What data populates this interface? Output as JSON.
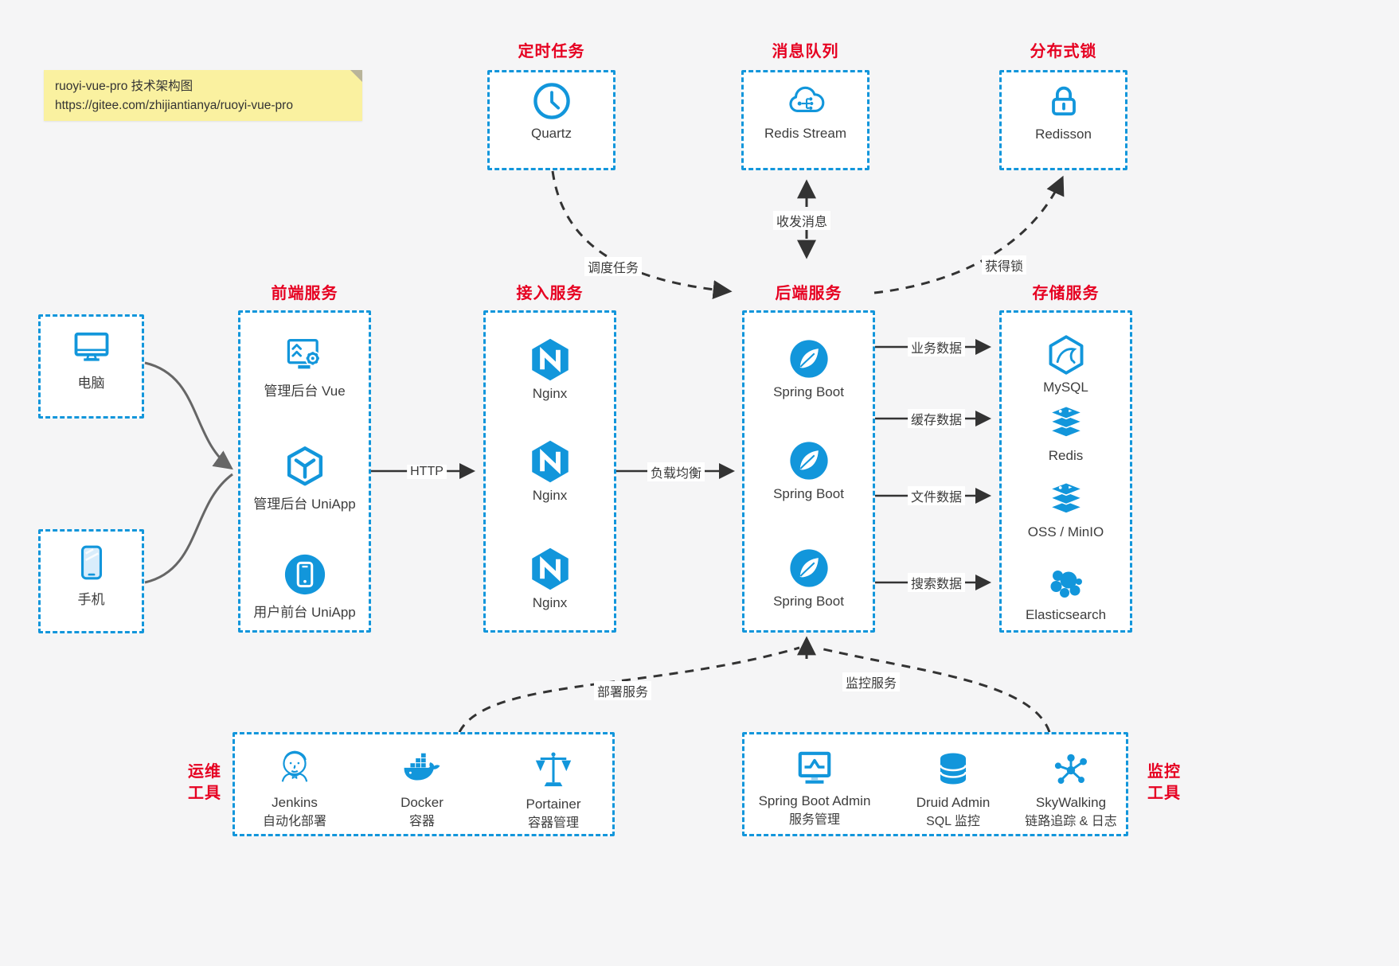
{
  "note": {
    "line1": "ruoyi-vue-pro 技术架构图",
    "line2": "https://gitee.com/zhijiantianya/ruoyi-vue-pro"
  },
  "colors": {
    "accent_blue": "#1296db",
    "title_red": "#e60021",
    "note_bg": "#faf1a0",
    "arrow_dark": "#333333",
    "arrow_gray": "#666666"
  },
  "top_services": [
    {
      "title": "定时任务",
      "item": "Quartz",
      "icon": "clock-icon"
    },
    {
      "title": "消息队列",
      "item": "Redis Stream",
      "icon": "cloud-stream-icon"
    },
    {
      "title": "分布式锁",
      "item": "Redisson",
      "icon": "lock-icon"
    }
  ],
  "clients": [
    {
      "label": "电脑",
      "icon": "desktop-icon"
    },
    {
      "label": "手机",
      "icon": "smartphone-icon"
    }
  ],
  "columns": {
    "frontend": {
      "title": "前端服务",
      "items": [
        {
          "label": "管理后台 Vue",
          "icon": "admin-vue-icon"
        },
        {
          "label": "管理后台 UniApp",
          "icon": "uniapp-cube-icon"
        },
        {
          "label": "用户前台 UniApp",
          "icon": "user-app-icon"
        }
      ]
    },
    "gateway": {
      "title": "接入服务",
      "items": [
        {
          "label": "Nginx",
          "icon": "nginx-icon"
        },
        {
          "label": "Nginx",
          "icon": "nginx-icon"
        },
        {
          "label": "Nginx",
          "icon": "nginx-icon"
        }
      ]
    },
    "backend": {
      "title": "后端服务",
      "items": [
        {
          "label": "Spring Boot",
          "icon": "spring-icon"
        },
        {
          "label": "Spring Boot",
          "icon": "spring-icon"
        },
        {
          "label": "Spring Boot",
          "icon": "spring-icon"
        }
      ]
    },
    "storage": {
      "title": "存储服务",
      "items": [
        {
          "label": "MySQL",
          "icon": "mysql-icon"
        },
        {
          "label": "Redis",
          "icon": "redis-stack-icon"
        },
        {
          "label": "OSS / MinIO",
          "icon": "redis-stack-icon"
        },
        {
          "label": "Elasticsearch",
          "icon": "elasticsearch-icon"
        }
      ]
    }
  },
  "edges": {
    "http": "HTTP",
    "load_balance": "负载均衡",
    "schedule": "调度任务",
    "message": "收发消息",
    "lock": "获得锁",
    "business": "业务数据",
    "cache": "缓存数据",
    "file": "文件数据",
    "search": "搜索数据",
    "deploy": "部署服务",
    "monitor": "监控服务"
  },
  "ops_tools": {
    "title_line1": "运维",
    "title_line2": "工具",
    "items": [
      {
        "name": "Jenkins",
        "desc": "自动化部署",
        "icon": "jenkins-icon"
      },
      {
        "name": "Docker",
        "desc": "容器",
        "icon": "docker-icon"
      },
      {
        "name": "Portainer",
        "desc": "容器管理",
        "icon": "portainer-icon"
      }
    ]
  },
  "monitor_tools": {
    "title_line1": "监控",
    "title_line2": "工具",
    "items": [
      {
        "name": "Spring Boot Admin",
        "desc": "服务管理",
        "icon": "sba-icon"
      },
      {
        "name": "Druid Admin",
        "desc": "SQL 监控",
        "icon": "druid-icon"
      },
      {
        "name": "SkyWalking",
        "desc": "链路追踪 & 日志",
        "icon": "skywalking-icon"
      }
    ]
  }
}
